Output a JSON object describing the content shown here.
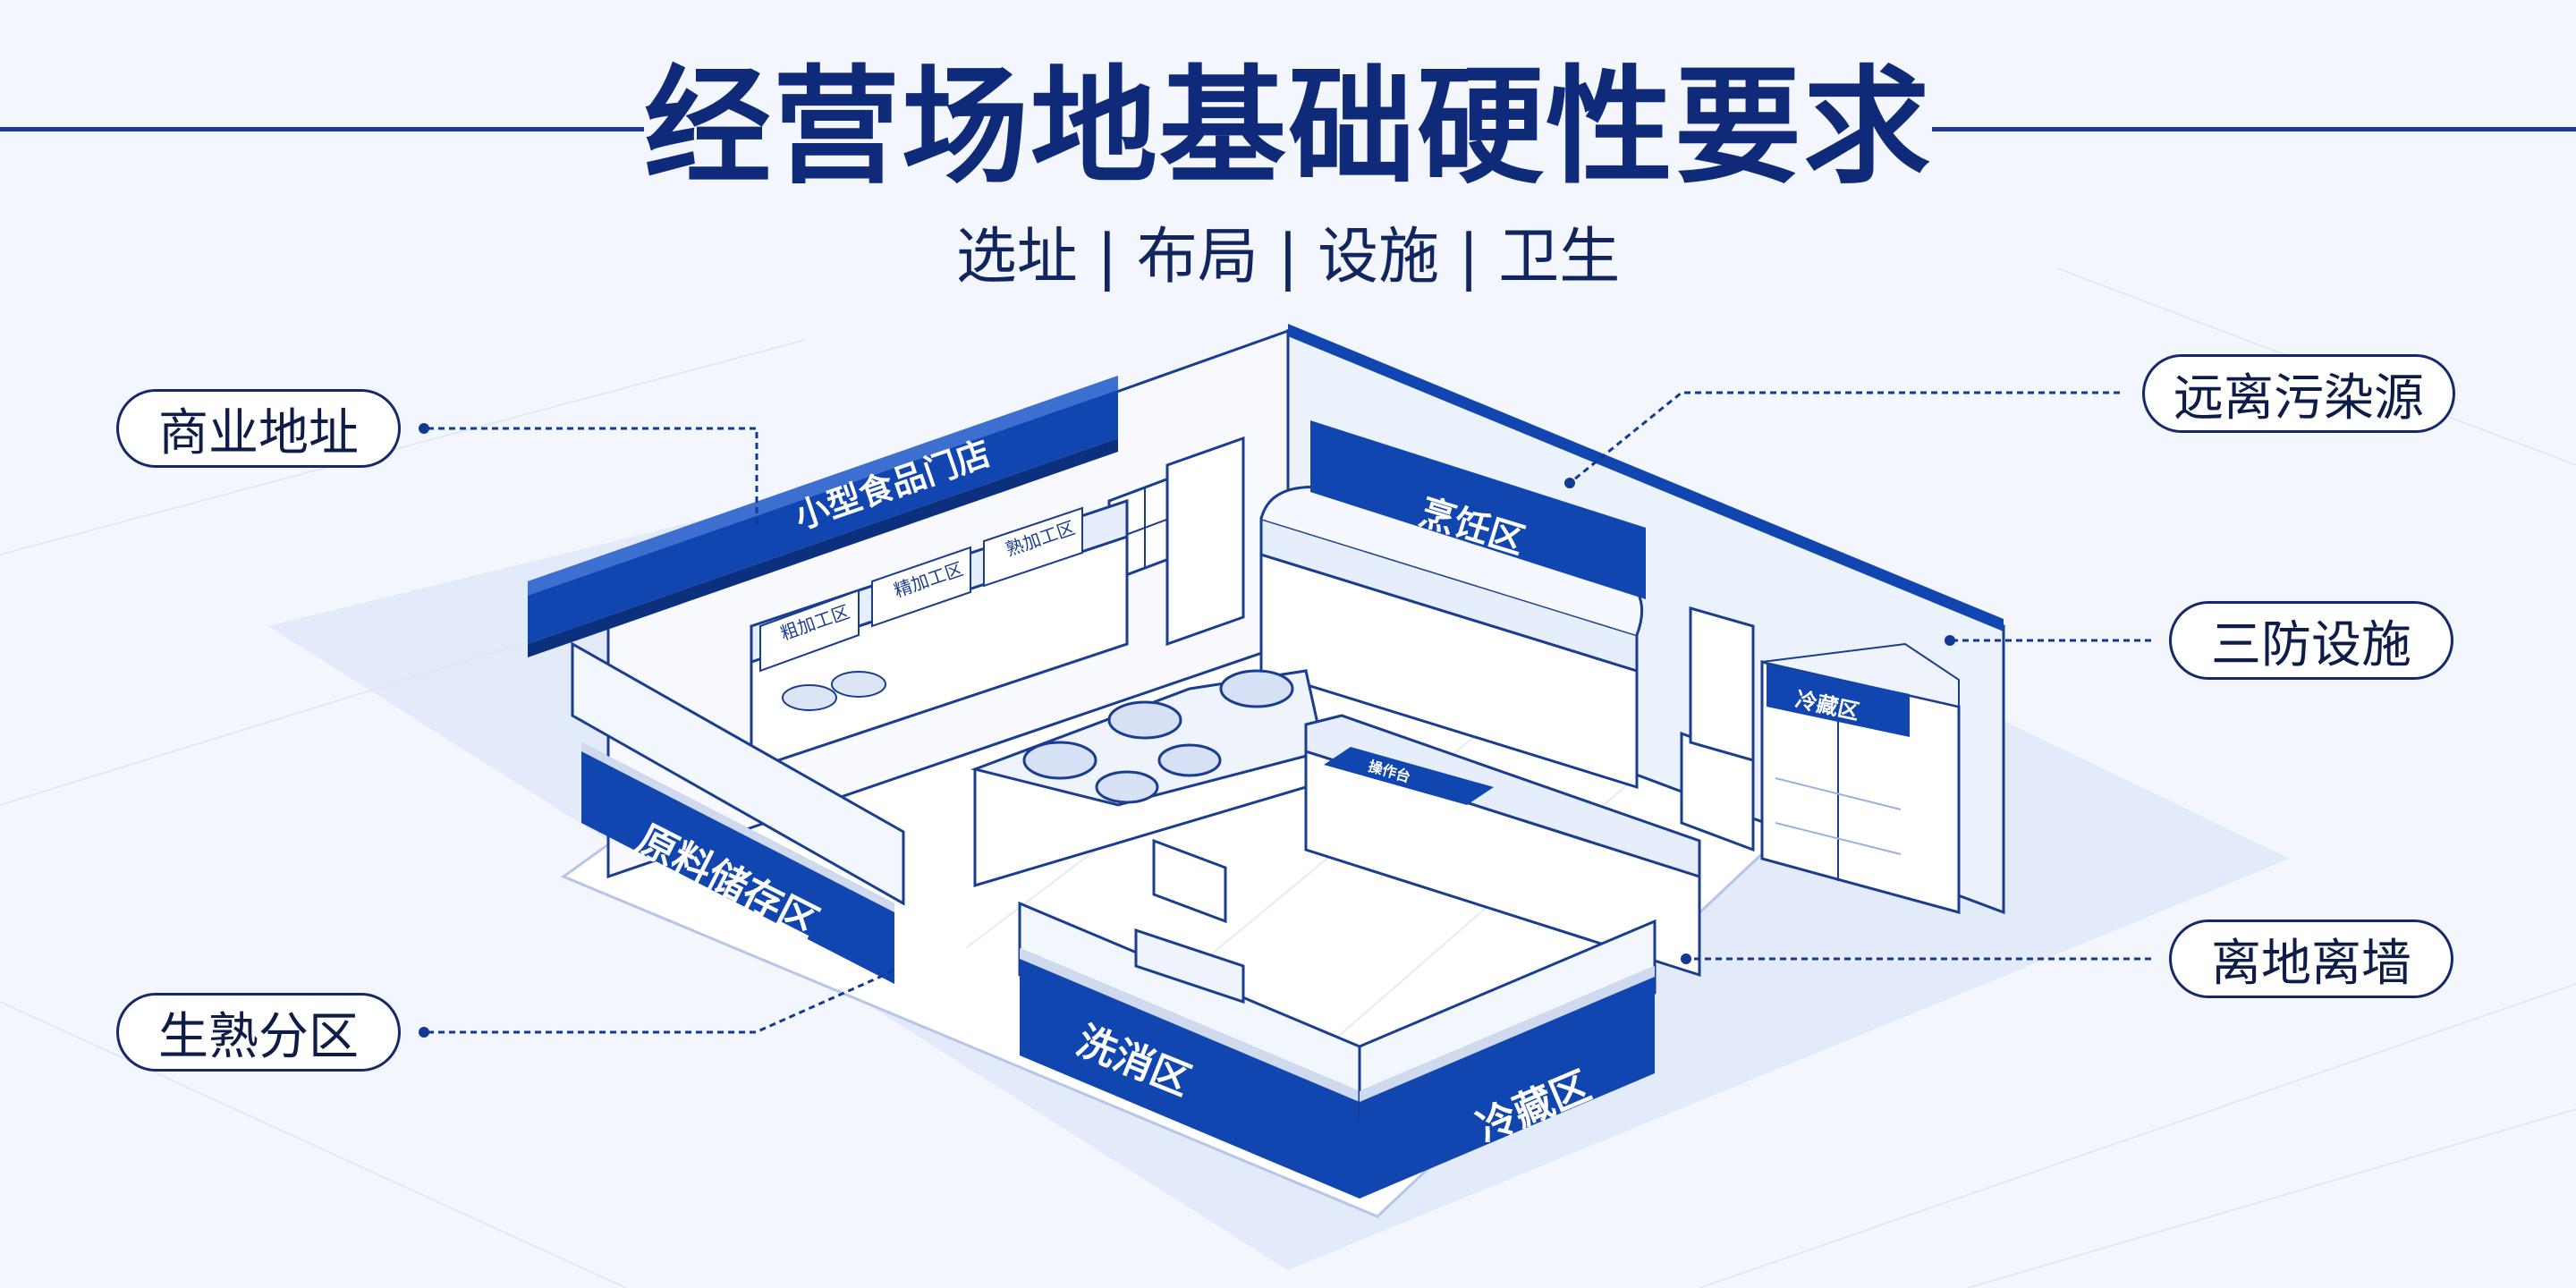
{
  "title": "经营场地基础硬性要求",
  "subtitle": "选址 | 布局 | 设施 | 卫生",
  "colors": {
    "primary": "#1145b0",
    "dark_navy": "#0f2a78",
    "line": "#1a3d8f",
    "background": "#f3f7fd"
  },
  "callouts": {
    "business_address": "商业地址",
    "raw_cooked_separation": "生熟分区",
    "away_from_pollution": "远离污染源",
    "three_prevention": "三防设施",
    "off_floor_off_wall": "离地离墙"
  },
  "zones": {
    "store_sign": "小型食品门店",
    "cooking": "烹饪区",
    "raw_storage": "原料储存区",
    "washing_disinfection": "洗消区",
    "refrigeration": "冷藏区",
    "display_cabinet": "冷藏区",
    "proc_a": "粗加工区",
    "proc_b": "精加工区",
    "proc_c": "熟加工区",
    "counter_panel": "操作台"
  }
}
